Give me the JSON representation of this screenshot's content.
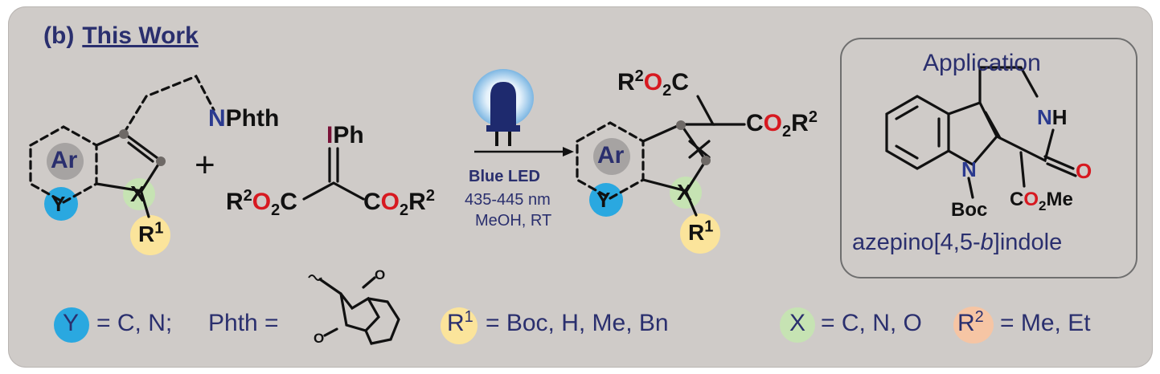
{
  "panel": {
    "label": "(b)",
    "title": "This Work"
  },
  "reactant1": {
    "ar": "Ar",
    "y": "Y",
    "x": "X",
    "r1_base": "R",
    "r1_sup": "1",
    "nphth_n": "N",
    "nphth_rest": "Phth"
  },
  "plus": "+",
  "reactant2": {
    "iph_i": "I",
    "iph_ph": "Ph",
    "left": {
      "r": "R",
      "r_sup": "2",
      "o": "O",
      "o_sub": "2",
      "c": "C"
    },
    "right": {
      "c": "C",
      "o": "O",
      "o_sub": "2",
      "r": "R",
      "r_sup": "2"
    }
  },
  "conditions": {
    "light": "Blue LED",
    "wavelength": "435-445 nm",
    "solvent": "MeOH, RT"
  },
  "product": {
    "ar": "Ar",
    "y": "Y",
    "x": "X",
    "r1_base": "R",
    "r1_sup": "1",
    "top": {
      "r": "R",
      "r_sup": "2",
      "o": "O",
      "o_sub": "2",
      "c": "C"
    },
    "right": {
      "c": "C",
      "o": "O",
      "o_sub": "2",
      "r": "R",
      "r_sup": "2"
    }
  },
  "application": {
    "title": "Application",
    "nh_n": "N",
    "nh_h": "H",
    "carbonyl_o": "O",
    "indole_n": "N",
    "boc": "Boc",
    "ester": {
      "c": "C",
      "o": "O",
      "o_sub": "2",
      "me": "Me"
    },
    "name_pre": "azepino[4,5-",
    "name_ital": "b",
    "name_post": "]indole"
  },
  "legend": {
    "y": {
      "sym": "Y",
      "text": "= C, N;"
    },
    "phth": {
      "label": "Phth ="
    },
    "r1": {
      "base": "R",
      "sup": "1",
      "text": "= Boc, H, Me, Bn"
    },
    "x": {
      "sym": "X",
      "text": "= C, N, O"
    },
    "r2": {
      "base": "R",
      "sup": "2",
      "text": "= Me, Et"
    }
  },
  "colors": {
    "panel": "#cfcbc8",
    "navy": "#2a2f6e",
    "oxygen_red": "#d71920",
    "nitrogen_blue": "#2b3a8f",
    "iodine": "#7a1238",
    "y_circle": "#2aa8e0",
    "x_circle": "#c6e3b3",
    "r1_circle": "#fbe49b",
    "r2_circle": "#f6c5a4",
    "ar_circle": "#a6a3a2"
  }
}
